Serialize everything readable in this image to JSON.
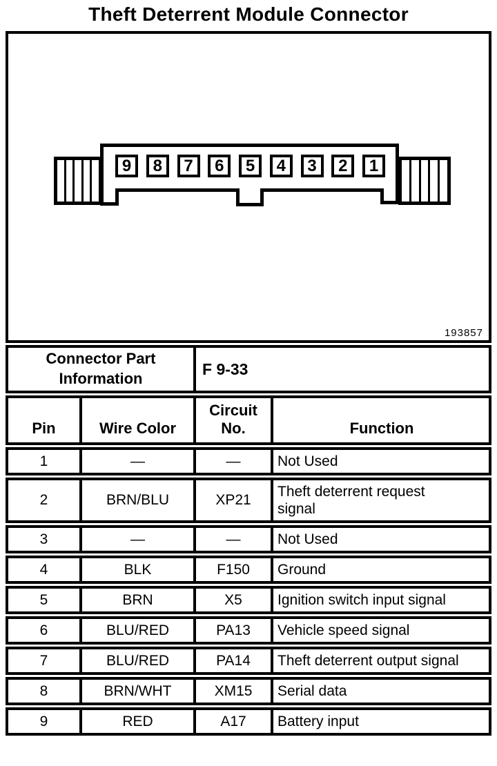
{
  "title": "Theft Deterrent Module Connector",
  "colors": {
    "ink": "#000000",
    "paper": "#ffffff"
  },
  "diagram": {
    "figure_number": "193857",
    "pin_labels": [
      "9",
      "8",
      "7",
      "6",
      "5",
      "4",
      "3",
      "2",
      "1"
    ]
  },
  "connector_info": {
    "label": "Connector Part Information",
    "value": "F 9-33"
  },
  "table": {
    "headers": {
      "pin": "Pin",
      "wire_color": "Wire Color",
      "circuit_no": "Circuit No.",
      "function": "Function"
    },
    "rows": [
      {
        "pin": "1",
        "wire_color": "—",
        "circuit_no": "—",
        "function": "Not Used"
      },
      {
        "pin": "2",
        "wire_color": "BRN/BLU",
        "circuit_no": "XP21",
        "function": "Theft deterrent request signal"
      },
      {
        "pin": "3",
        "wire_color": "—",
        "circuit_no": "—",
        "function": "Not Used"
      },
      {
        "pin": "4",
        "wire_color": "BLK",
        "circuit_no": "F150",
        "function": "Ground"
      },
      {
        "pin": "5",
        "wire_color": "BRN",
        "circuit_no": "X5",
        "function": "Ignition switch input signal"
      },
      {
        "pin": "6",
        "wire_color": "BLU/RED",
        "circuit_no": "PA13",
        "function": "Vehicle speed signal"
      },
      {
        "pin": "7",
        "wire_color": "BLU/RED",
        "circuit_no": "PA14",
        "function": "Theft deterrent output signal"
      },
      {
        "pin": "8",
        "wire_color": "BRN/WHT",
        "circuit_no": "XM15",
        "function": "Serial data"
      },
      {
        "pin": "9",
        "wire_color": "RED",
        "circuit_no": "A17",
        "function": "Battery input"
      }
    ]
  }
}
